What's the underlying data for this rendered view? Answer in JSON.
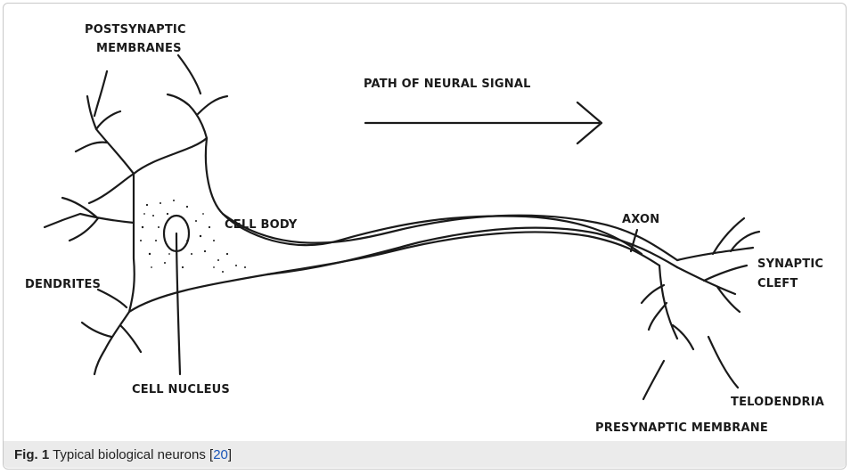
{
  "diagram": {
    "labels": {
      "postsynaptic_line1": "POSTSYNAPTIC",
      "postsynaptic_line2": "MEMBRANES",
      "path_signal": "PATH OF NEURAL SIGNAL",
      "cell_body": "CELL BODY",
      "dendrites": "DENDRITES",
      "cell_nucleus": "CELL NUCLEUS",
      "axon": "AXON",
      "synaptic_line1": "SYNAPTIC",
      "synaptic_line2": "CLEFT",
      "telodendria": "TELODENDRIA",
      "presynaptic": "PRESYNAPTIC MEMBRANE"
    }
  },
  "caption": {
    "fig_label": "Fig. 1",
    "text": "Typical biological neurons [",
    "ref": "20",
    "close": "]"
  }
}
